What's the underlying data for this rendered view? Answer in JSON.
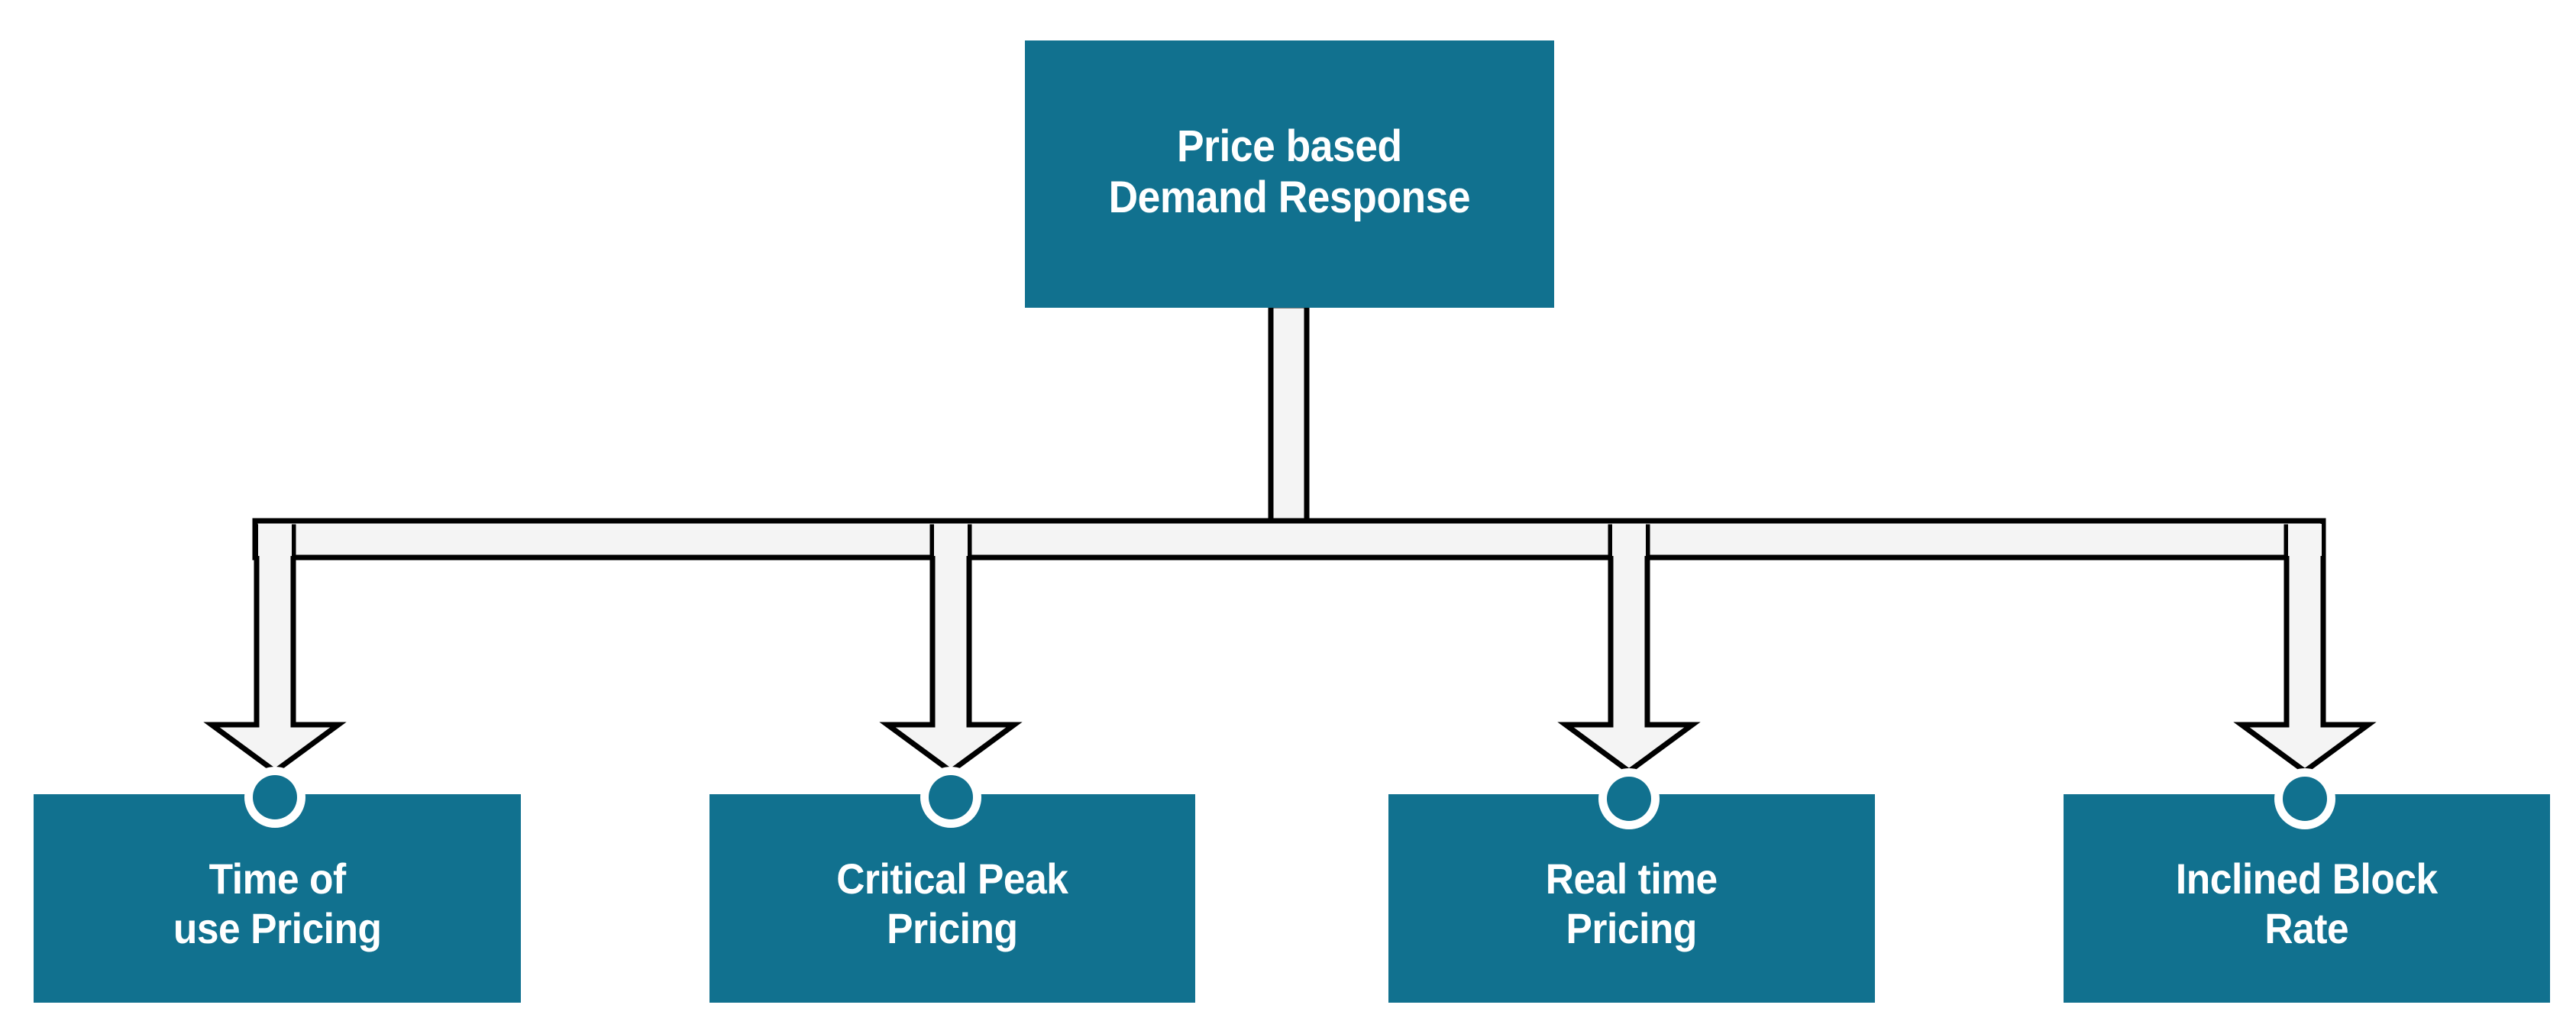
{
  "diagram": {
    "title": "Price based Demand Response",
    "type": "hierarchy-tree",
    "colors": {
      "node_fill": "#11718f",
      "node_text": "#ffffff",
      "connector_fill": "#f4f4f4",
      "connector_stroke": "#000000",
      "background": "#ffffff"
    },
    "root": {
      "label": "Price based\nDemand Response"
    },
    "children": [
      {
        "label": "Time of\nuse Pricing"
      },
      {
        "label": "Critical Peak\nPricing"
      },
      {
        "label": "Real time\nPricing"
      },
      {
        "label": "Inclined Block\nRate"
      }
    ]
  }
}
